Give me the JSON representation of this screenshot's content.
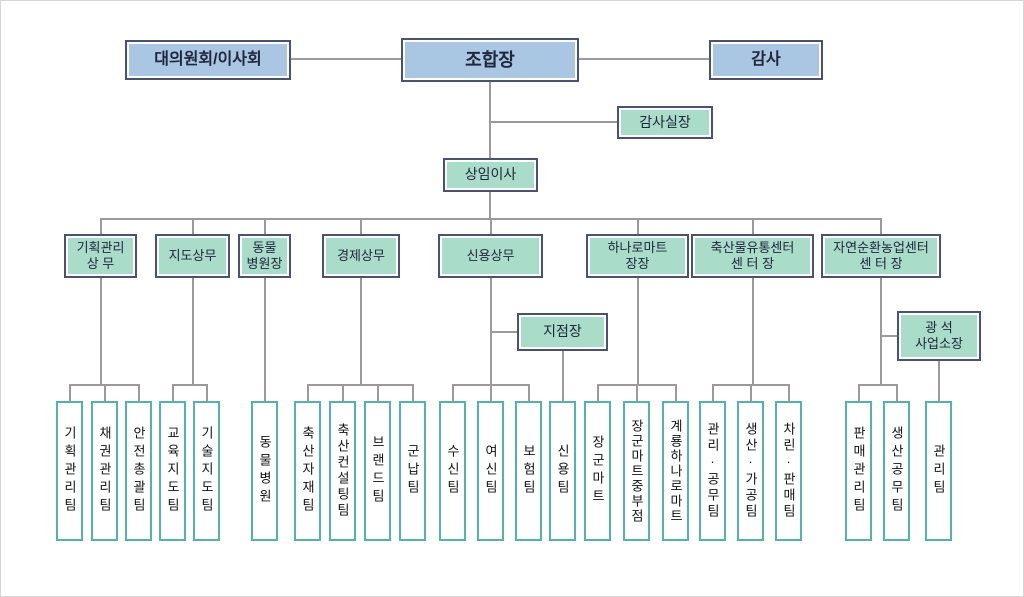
{
  "colors": {
    "node_blue": "#a9c6e3",
    "node_green": "#a9dcc9",
    "border_dark": "#4b5175",
    "team_border": "#52b3a8",
    "connector": "#9a9a9a",
    "text": "#1a1a1a",
    "background": "#ffffff"
  },
  "org": {
    "top": {
      "council": "대의원회/이사회",
      "chairman": "조합장",
      "auditor": "감사"
    },
    "audit_office": "감사실장",
    "executive_director": "상임이사",
    "departments": [
      {
        "label": "기획관리\n상 무",
        "teams": [
          "기획관리팀",
          "채권관리팀",
          "안전총괄팀"
        ]
      },
      {
        "label": "지도상무",
        "teams": [
          "교육지도팀",
          "기술지도팀"
        ]
      },
      {
        "label": "동물\n병원장",
        "teams": [
          "동물병원"
        ]
      },
      {
        "label": "경제상무",
        "teams": [
          "축산자재팀",
          "축산컨설팅팀",
          "브랜드팀",
          "군납팀"
        ]
      },
      {
        "label": "신용상무",
        "teams": [
          "수신팀",
          "여신팀",
          "보험팀"
        ],
        "sub_office": {
          "label": "지점장",
          "teams": [
            "신용팀"
          ]
        }
      },
      {
        "label": "하나로마트\n장장",
        "teams": [
          "장군마트",
          "장군마트중부점",
          "계룡하나로마트"
        ]
      },
      {
        "label": "축산물유통센터\n센 터 장",
        "teams": [
          "관리·공무팀",
          "생산·가공팀",
          "차린·판매팀"
        ]
      },
      {
        "label": "자연순환농업센터\n센 터 장",
        "teams": [
          "판매관리팀",
          "생산공무팀"
        ],
        "sub_office": {
          "label": "광 석\n사업소장",
          "teams": [
            "관리팀"
          ]
        }
      }
    ]
  }
}
